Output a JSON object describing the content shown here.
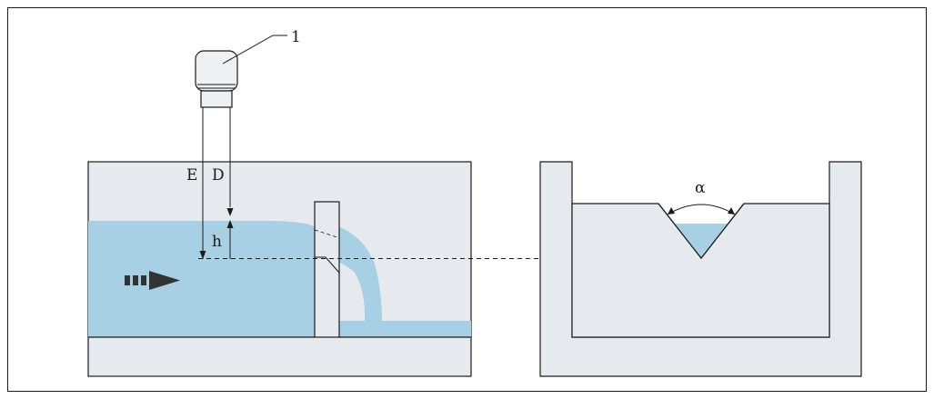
{
  "diagram": {
    "callout_number": "1",
    "labels": {
      "E": "E",
      "D": "D",
      "h": "h",
      "alpha": "α"
    },
    "colors": {
      "water": "#a8d0e4",
      "structure_fill": "#e6eaee",
      "outline": "#1a1a1a",
      "sensor_fill": "#eef0f3",
      "arrow": "#333333"
    },
    "parts": {
      "sensor": "level-sensor",
      "left_view": "weir-side-section",
      "right_view": "v-notch-weir-front-view"
    }
  }
}
